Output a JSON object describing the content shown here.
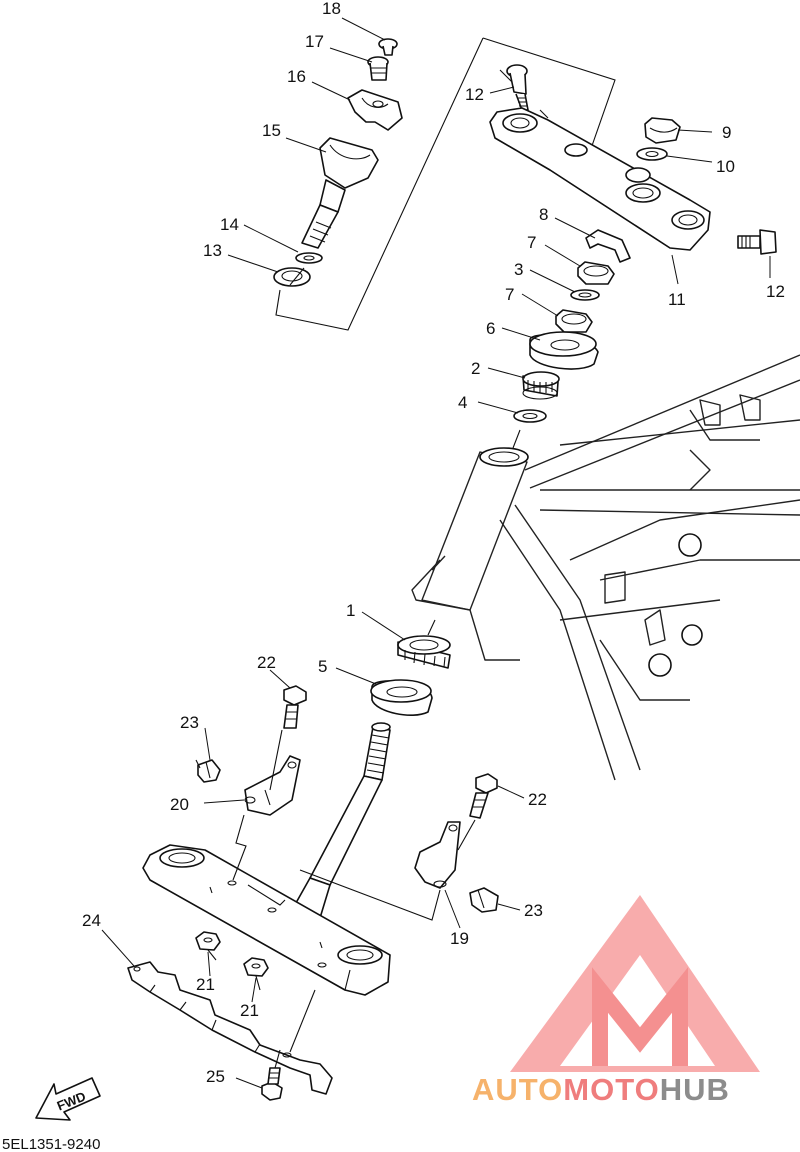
{
  "diagram": {
    "part_code": "5EL1351-9240",
    "fwd_label": "FWD",
    "callouts": [
      {
        "id": "c18",
        "label": "18"
      },
      {
        "id": "c17",
        "label": "17"
      },
      {
        "id": "c16",
        "label": "16"
      },
      {
        "id": "c15",
        "label": "15"
      },
      {
        "id": "c14",
        "label": "14"
      },
      {
        "id": "c13",
        "label": "13"
      },
      {
        "id": "c12a",
        "label": "12"
      },
      {
        "id": "c9",
        "label": "9"
      },
      {
        "id": "c10",
        "label": "10"
      },
      {
        "id": "c8",
        "label": "8"
      },
      {
        "id": "c7a",
        "label": "7"
      },
      {
        "id": "c3",
        "label": "3"
      },
      {
        "id": "c7b",
        "label": "7"
      },
      {
        "id": "c6",
        "label": "6"
      },
      {
        "id": "c2",
        "label": "2"
      },
      {
        "id": "c4",
        "label": "4"
      },
      {
        "id": "c11",
        "label": "11"
      },
      {
        "id": "c12b",
        "label": "12"
      },
      {
        "id": "c1",
        "label": "1"
      },
      {
        "id": "c5",
        "label": "5"
      },
      {
        "id": "c22a",
        "label": "22"
      },
      {
        "id": "c23a",
        "label": "23"
      },
      {
        "id": "c20",
        "label": "20"
      },
      {
        "id": "c22b",
        "label": "22"
      },
      {
        "id": "c23b",
        "label": "23"
      },
      {
        "id": "c19",
        "label": "19"
      },
      {
        "id": "c24",
        "label": "24"
      },
      {
        "id": "c21a",
        "label": "21"
      },
      {
        "id": "c21b",
        "label": "21"
      },
      {
        "id": "c25",
        "label": "25"
      }
    ]
  },
  "watermark": {
    "brand_part1": "AUTO",
    "brand_part2": "MOTO",
    "brand_part3": "HUB",
    "color_orange": "#f6b26b",
    "color_red": "#ef7d7d",
    "color_gray": "#8c8c8c"
  }
}
